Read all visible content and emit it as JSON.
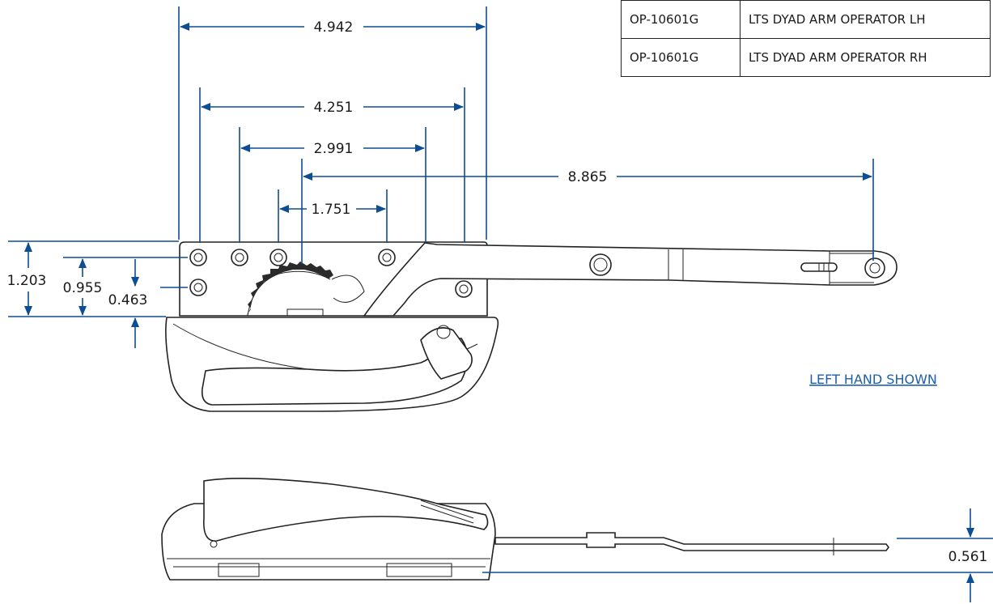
{
  "parts_table": [
    {
      "part_number": "OP-10601G",
      "description": "LTS DYAD ARM OPERATOR LH"
    },
    {
      "part_number": "OP-10601G",
      "description": "LTS DYAD ARM OPERATOR RH"
    }
  ],
  "dimensions": {
    "overall_width": "4.942",
    "hole_span_outer": "4.251",
    "hole_span_mid": "2.991",
    "hole_span_inner": "1.751",
    "arm_reach": "8.865",
    "height_total": "1.203",
    "height_hole_upper": "0.955",
    "height_hole_lower": "0.463",
    "arm_thickness": "0.561"
  },
  "note": "LEFT HAND SHOWN",
  "colors": {
    "dimension": "#0d4d94",
    "note": "#1f5fa8",
    "outline": "#222222"
  }
}
